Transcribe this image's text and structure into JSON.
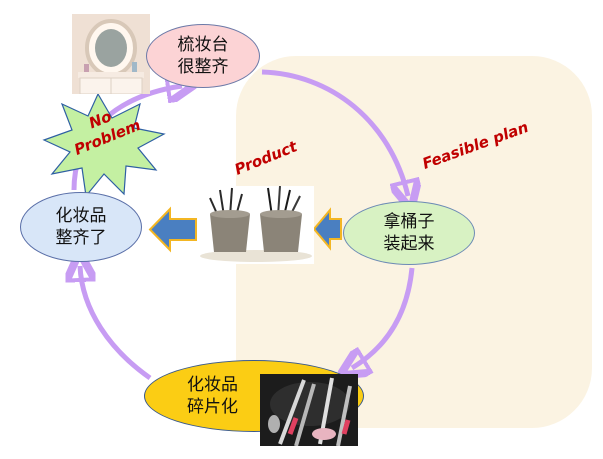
{
  "nodes": {
    "top": {
      "line1": "梳妆台",
      "line2": "很整齐"
    },
    "right": {
      "line1": "拿桶子",
      "line2": "装起来"
    },
    "left": {
      "line1": "化妆品",
      "line2": "整齐了"
    },
    "bottom": {
      "line1": "化妆品",
      "line2": "碎片化"
    }
  },
  "labels": {
    "feasible_plan": "Feasible plan",
    "product": "Product",
    "no_problem_line1": "No",
    "no_problem_line2": "Problem"
  },
  "colors": {
    "cycle_arrow": "#c79cf3",
    "block_arrow": "#4a7fc1",
    "label_red": "#c00000",
    "burst_fill": "#c4f0a2"
  }
}
